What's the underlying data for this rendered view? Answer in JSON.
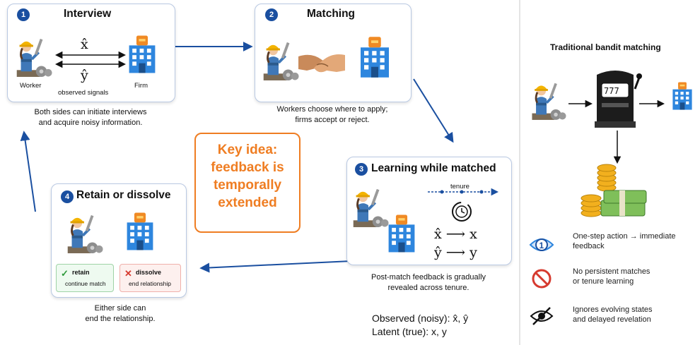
{
  "steps": [
    {
      "num": "1",
      "title": "Interview",
      "label_worker": "Worker",
      "label_firm": "Firm",
      "label_signals": "observed signals",
      "sym_x": "x̂",
      "sym_y": "ŷ",
      "caption_l1": "Both sides can initiate interviews",
      "caption_l2": "and acquire noisy information."
    },
    {
      "num": "2",
      "title": "Matching",
      "caption_l1": "Workers choose where to apply;",
      "caption_l2": "firms accept or reject."
    },
    {
      "num": "3",
      "title": "Learning while matched",
      "tenure_label": "tenure",
      "eq1_lhs": "x̂",
      "eq1_rhs": "x",
      "eq2_lhs": "ŷ",
      "eq2_rhs": "y",
      "caption_l1": "Post-match feedback is gradually",
      "caption_l2": "revealed across tenure."
    },
    {
      "num": "4",
      "title": "Retain or dissolve",
      "retain_title": "retain",
      "retain_sub": "continue match",
      "dissolve_title": "dissolve",
      "dissolve_sub": "end relationship",
      "caption_l1": "Either side can",
      "caption_l2": "end the relationship."
    }
  ],
  "key_idea": {
    "l1": "Key idea:",
    "l2": "feedback is",
    "l3": "temporally",
    "l4": "extended"
  },
  "notation": {
    "observed": "Observed (noisy): x̂,  ŷ",
    "latent": "Latent (true): x, y"
  },
  "traditional": {
    "title": "Traditional bandit matching",
    "items": [
      {
        "icon": "eye-one-icon",
        "l1": "One-step action → immediate",
        "l2": "feedback"
      },
      {
        "icon": "prohibited-icon",
        "l1": "No persistent matches",
        "l2": "or tenure learning"
      },
      {
        "icon": "eye-slash-icon",
        "l1": "Ignores evolving states",
        "l2": "and delayed revelation"
      }
    ]
  },
  "colors": {
    "accent_blue": "#1a4fa0",
    "key_orange": "#ef7d22",
    "retain_green": "#2e9a3c",
    "dissolve_red": "#d63a2f"
  }
}
